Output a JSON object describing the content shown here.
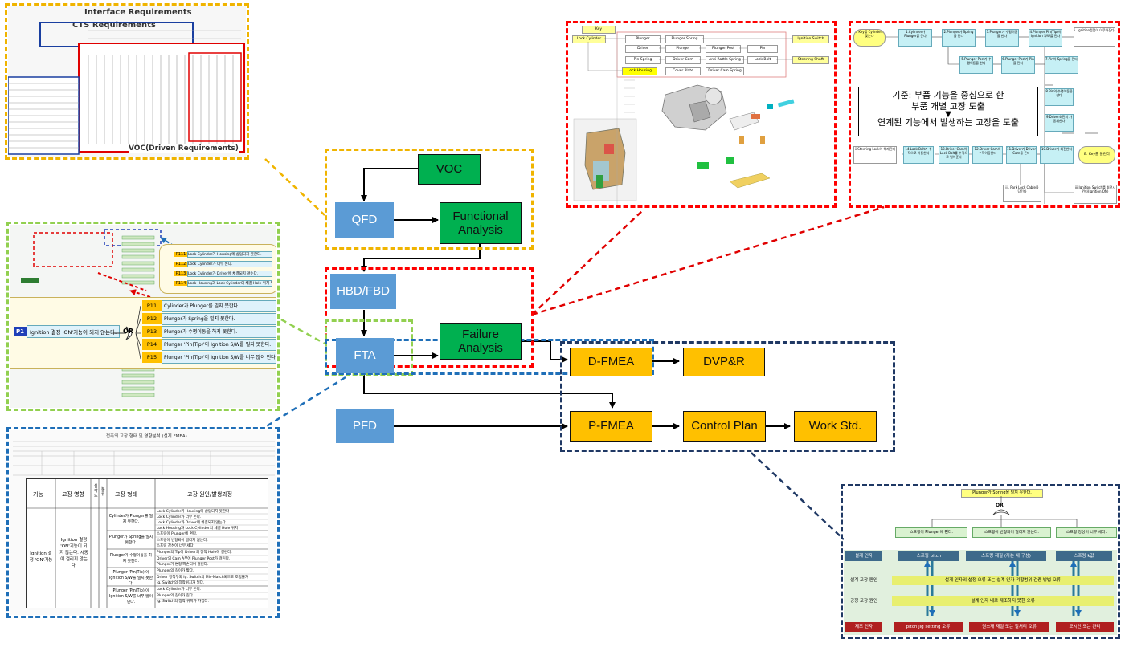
{
  "flow": {
    "voc": "VOC",
    "qfd": "QFD",
    "functional_analysis": "Functional Analysis",
    "hbd_fbd": "HBD/FBD",
    "failure_analysis": "Failure Analysis",
    "fta": "FTA",
    "d_fmea": "D-FMEA",
    "dvpr": "DVP&R",
    "pfd": "PFD",
    "p_fmea": "P-FMEA",
    "control_plan": "Control Plan",
    "work_std": "Work Std."
  },
  "qfd_thumb": {
    "interface_title": "Interface Requirements",
    "cts_title": "CTS Requirements",
    "voc_title": "VOC(Driven Requirements)"
  },
  "hbd_thumb": {
    "caption_line1": "기준: 부품 기능을 중심으로 한",
    "caption_line2": "부품 개별 고장 도출",
    "caption_line3": "연계된 기능에서 발생하는 고장을 도출",
    "parts": [
      "Key",
      "Lock Cylinder",
      "Plunger",
      "Plunger Spring",
      "Ignition Switch",
      "Driver",
      "Plunger",
      "Plunger Post",
      "Pin",
      "Pin Spring",
      "Driver Cam",
      "Anti Rattle Spring",
      "Lock Bolt",
      "Steering Shaft",
      "Lock Housing",
      "Cover Plate",
      "Driver Cam Spring"
    ],
    "flow_steps": [
      "A. Key를 Cylinder에 꽂는다",
      "1.Cylinder가 Plunger를 돈다",
      "2.Plunger가 Spring을 민다",
      "3.Plunger가 수평이동을 한다",
      "4.Plunger Pin(Tip)이 Ignition S/W를 민다",
      "i. Ignition접점이 이루어진다",
      "5.Plunger Post가 수평이동을 한다",
      "6.Plunger Post가 Pin을 민다",
      "7.Pin이 Spring을 민다",
      "8.Pin의 수평이동을 한다",
      "9.Driver회전의 가동제한다",
      "10.Driver가 회전한다",
      "B. Key를 돌린다",
      "11.Driver가 Driver Cam을 돈다",
      "12.Driver Cam의 수직이동한다",
      "13.Driver Cam이 Lock Bolt를 수직으로 밀어준다",
      "14.Lock Bolt가 수직으로 이동한다",
      "ii.Steering Lock이 해제된다",
      "iii. Park Lock Cable을 당긴다",
      "iii.Ignition Switch를 회전시킨다(Ignition ON)"
    ]
  },
  "fta_thumb": {
    "top_event_code": "P1",
    "top_event": "Ignition 결정 'ON'기능이 되지 않는다.",
    "gate": "OR",
    "causes": [
      {
        "code": "P11",
        "text": "Cylinder가 Plunger를 밀지 못한다."
      },
      {
        "code": "P12",
        "text": "Plunger가 Spring을 밀지 못한다."
      },
      {
        "code": "P13",
        "text": "Plunger가 수평이동을 하지 못한다."
      },
      {
        "code": "P14",
        "text": "Plunger 'Pin(Tip)'이 Ignition S/W를 밀지 못한다."
      },
      {
        "code": "P15",
        "text": "Plunger 'Pin(Tip)'이 Ignition S/W를 너무 많이 민다."
      }
    ],
    "sub_causes": [
      {
        "code": "P111",
        "text": "Lock Cylinder가 Housing에 삽입되지 못한다."
      },
      {
        "code": "P112",
        "text": "Lock Cylinder가 너무 돈다."
      },
      {
        "code": "P113",
        "text": "Lock Cylinder가 Driver에 체결되지 않는다."
      },
      {
        "code": "P114",
        "text": "Lock Housing과 Lock Cylinder의 체결 Hole 위치 부적합하다."
      }
    ]
  },
  "fmea_thumb": {
    "title": "접촉의 고장 형태 및 영향분석 (설계 FMEA)",
    "headers": [
      "기능",
      "고장 영향",
      "심각도",
      "분류",
      "고장 형태",
      "고장 원인/발생과정"
    ],
    "function": "Ignition 결정 'ON'기능",
    "effect": "Ignition 결정 'ON'기능이 되지 않는다. 시동이 걸리지 않는다.",
    "rows": [
      {
        "mode": "Cylinder가 Plunger를 밀지 못한다.",
        "causes": [
          "Lock Cylinder가 Housing에 삽입되지 못한다",
          "Lock Cylinder가 너무 돈다.",
          "Lock Cylinder가 Driver에 체결되지 않는다.",
          "Lock Housing과 Lock Cylinder의 체결 Hole 위치"
        ]
      },
      {
        "mode": "Plunger가 Spring을 밀지 못한다.",
        "causes": [
          "스프링이 Plunger에 편다.",
          "스프링이 변형되어 밀리지 않는다.",
          "스프링 강성이 너무 세다."
        ]
      },
      {
        "mode": "Plunger가 수평이동을 하지 못한다.",
        "causes": [
          "Plunger의 Tip이 Driver의 장착 Hole에 걸린다.",
          "Driver의 Cam A부에 Plunger Post가 걸린다.",
          "Plunger가 변형/파손되어 걸린다."
        ]
      },
      {
        "mode": "Plunger 'Pin(Tip)'이 Ignition S/W를 밀지 못한다.",
        "causes": [
          "Plunger의 길이가 짧다.",
          "Driver 장착부와 Ig. Switch의 Mis-Match되므로 조립불가",
          "Ig. Switch의 장착위치가 멀다."
        ]
      },
      {
        "mode": "Plunger 'Pin(Tip)'이 Ignition S/W를 너무 많이 민다.",
        "causes": [
          "Lock Cylinder가 너무 돈다.",
          "Plunger의 길이가 길다.",
          "Ig. Switch의 장착 위치가 가깝다."
        ]
      }
    ]
  },
  "pfmea_thumb": {
    "top_event": "Plunger가 Spring을 밀지 못한다.",
    "gate": "OR",
    "causes": [
      "스프링이 Plunger에 편다.",
      "스프링이 변형되어 밀리지 않는다.",
      "스프링 강성이 너무 세다."
    ],
    "design_label": "설계 인자",
    "design_items": [
      "스프링 pitch",
      "스프링 재질 (자는 내 구성)",
      "스프링 k값"
    ],
    "row2_label": "설계 고장 원인",
    "row2_text": "설계 인자의 설정 오류 또는 설계 인자 적합범위 검증 방법 오류",
    "row3_label": "공정 고장 원인",
    "row3_text": "설계 인자 내로 제조하지 못한 오류",
    "mfg_label": "제조 인자",
    "mfg_items": [
      "pitch jig setting 오류",
      "원소재 재질 또는 열처리 오류",
      "모시인 또는 관리"
    ]
  },
  "colors": {
    "blue": "#5b9bd5",
    "green": "#00b050",
    "orange": "#ffc000",
    "dash_yellow": "#f0b400",
    "dash_red": "#ff0000",
    "dash_green": "#92d050",
    "dash_blue": "#1f6fb8",
    "dash_navy": "#1f3864"
  }
}
